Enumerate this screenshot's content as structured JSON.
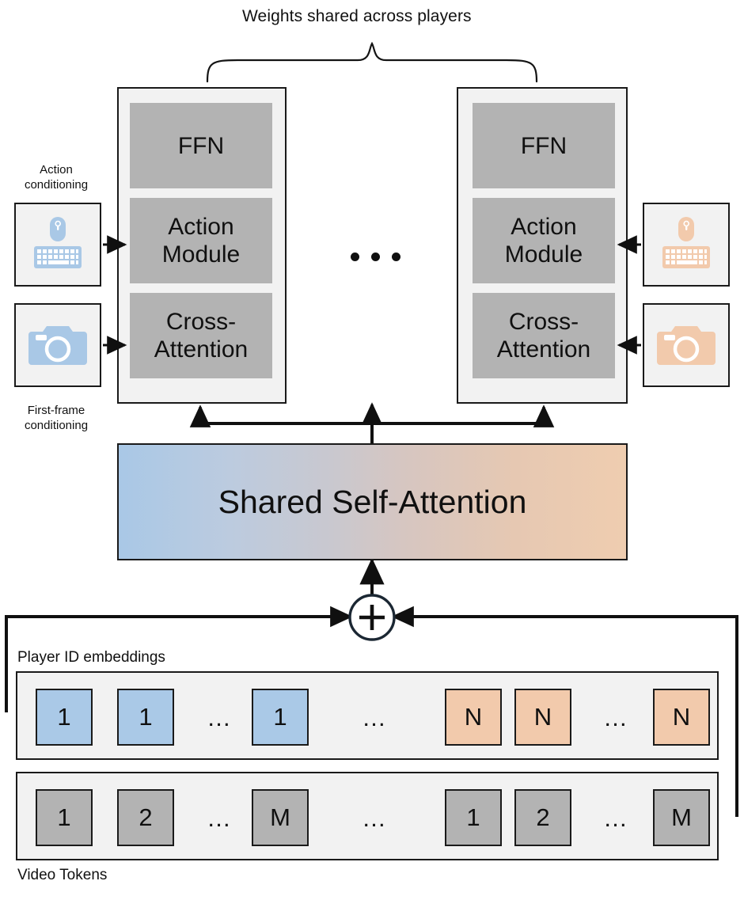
{
  "diagram": {
    "title": "Weights shared across players",
    "shared_attention_label": "Shared Self-Attention",
    "plus_symbol": "+",
    "player_ellipsis": "…"
  },
  "conditioning": {
    "action_label": "Action\nconditioning",
    "action_label_line1": "Action",
    "action_label_line2": "conditioning",
    "first_frame_label_line1": "First-frame",
    "first_frame_label_line2": "conditioning",
    "left_action_icon": "mouse-keyboard-icon",
    "left_frame_icon": "camera-icon",
    "right_action_icon": "mouse-keyboard-icon",
    "right_frame_icon": "camera-icon",
    "left_accent": "#a9c8e6",
    "right_accent": "#f2caac"
  },
  "towers": [
    {
      "id": "player-1",
      "blocks": [
        {
          "name": "ffn",
          "label": "FFN"
        },
        {
          "name": "action-module",
          "label": "Action\nModule",
          "line1": "Action",
          "line2": "Module"
        },
        {
          "name": "cross-attention",
          "label": "Cross-\nAttention",
          "line1": "Cross-",
          "line2": "Attention"
        }
      ]
    },
    {
      "id": "player-n",
      "blocks": [
        {
          "name": "ffn",
          "label": "FFN"
        },
        {
          "name": "action-module",
          "label": "Action\nModule",
          "line1": "Action",
          "line2": "Module"
        },
        {
          "name": "cross-attention",
          "label": "Cross-\nAttention",
          "line1": "Cross-",
          "line2": "Attention"
        }
      ]
    }
  ],
  "rows": {
    "player_ids": {
      "label": "Player ID embeddings",
      "tokens": [
        {
          "text": "1",
          "color": "blue"
        },
        {
          "text": "1",
          "color": "blue"
        },
        {
          "text": "…",
          "color": "none"
        },
        {
          "text": "1",
          "color": "blue"
        },
        {
          "text": "…",
          "color": "none"
        },
        {
          "text": "N",
          "color": "orange"
        },
        {
          "text": "N",
          "color": "orange"
        },
        {
          "text": "…",
          "color": "none"
        },
        {
          "text": "N",
          "color": "orange"
        }
      ]
    },
    "video_tokens": {
      "label": "Video Tokens",
      "tokens": [
        {
          "text": "1",
          "color": "gray"
        },
        {
          "text": "2",
          "color": "gray"
        },
        {
          "text": "…",
          "color": "none"
        },
        {
          "text": "M",
          "color": "gray"
        },
        {
          "text": "…",
          "color": "none"
        },
        {
          "text": "1",
          "color": "gray"
        },
        {
          "text": "2",
          "color": "gray"
        },
        {
          "text": "…",
          "color": "none"
        },
        {
          "text": "M",
          "color": "gray"
        }
      ]
    }
  },
  "colors": {
    "blue": "#aac9e7",
    "orange": "#f2caac",
    "gray": "#b3b3b3",
    "panel": "#f2f2f2",
    "stroke": "#1a1a1a"
  }
}
